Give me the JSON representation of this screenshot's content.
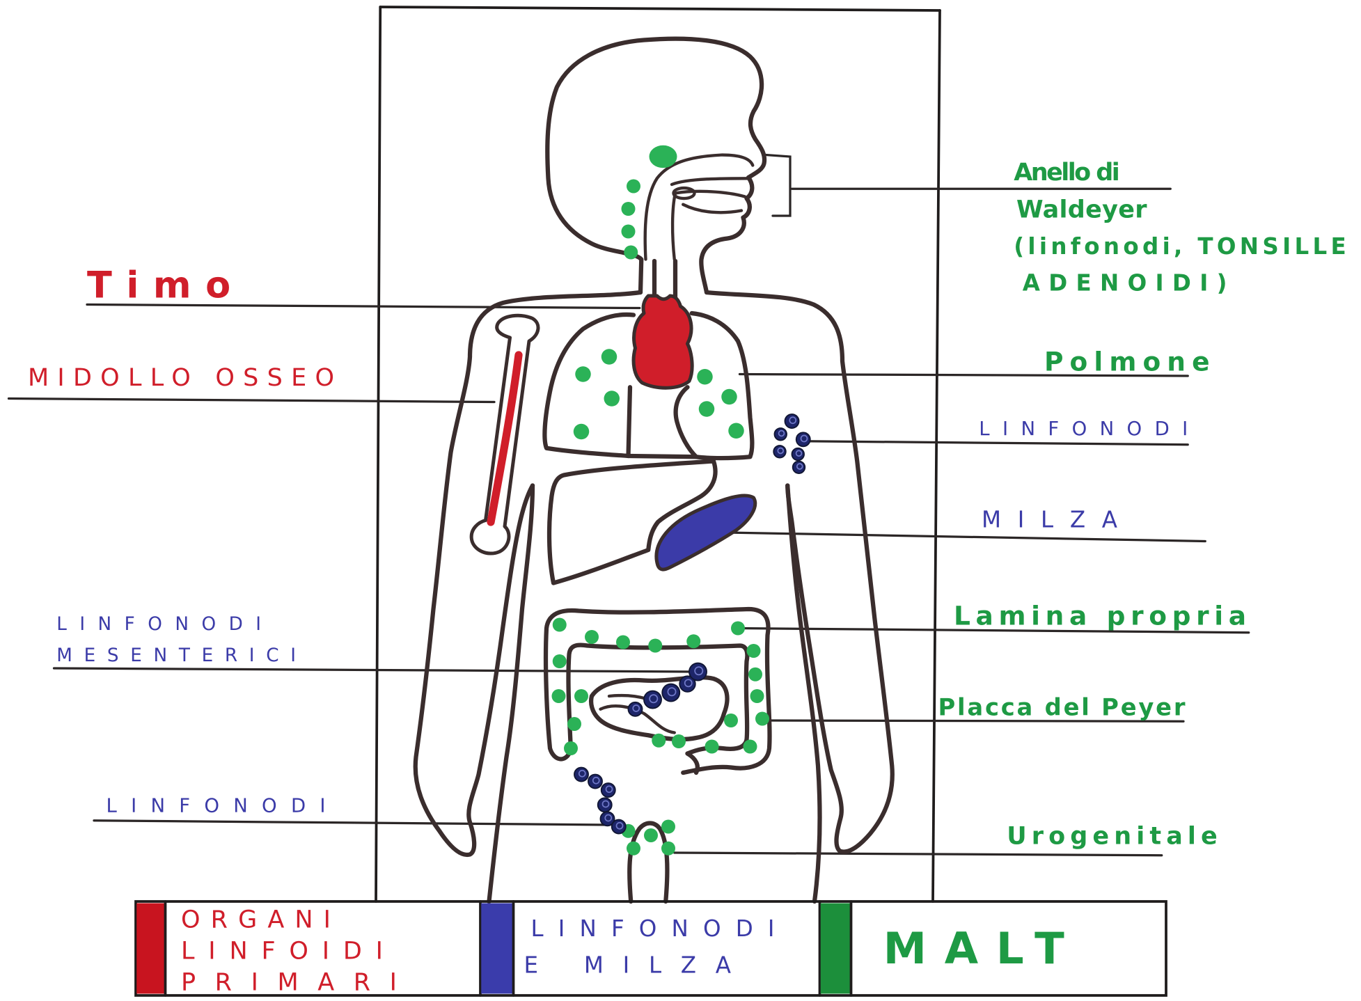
{
  "colors": {
    "red": "#d01e2a",
    "green": "#1e9a44",
    "blue": "#3b3ba8",
    "malt_dot": "#2bb257",
    "lymph_node": "#1d2569",
    "lymph_node_swirl": "#6f78c8"
  },
  "labels": {
    "left": {
      "timo": "Timo",
      "midollo_osseo": "MIDOLLO OSSEO",
      "linfonodi_mesenterici": [
        "LINFONODI",
        "MESENTERICI"
      ],
      "linfonodi": "LINFONODI"
    },
    "right": {
      "anello_di_waldeyer": [
        "Anello di",
        "Waldeyer",
        "(linfonodi, TONSILLE",
        "ADENOIDI)"
      ],
      "polmone": "Polmone",
      "linfonodi": "LINFONODI",
      "milza": "MILZA",
      "lamina_propria": "Lamina propria",
      "placca_del_peyer": "Placca del Peyer",
      "urogenitale": "Urogenitale"
    }
  },
  "legend": [
    {
      "lines": [
        "ORGANI",
        "LINFOIDI",
        "PRIMARI"
      ],
      "color": "#c8141f"
    },
    {
      "lines": [
        "LINFONODI",
        "E MILZA"
      ],
      "color": "#3a3cab"
    },
    {
      "lines": [
        "MALT"
      ],
      "color": "#1c8f3b"
    }
  ]
}
